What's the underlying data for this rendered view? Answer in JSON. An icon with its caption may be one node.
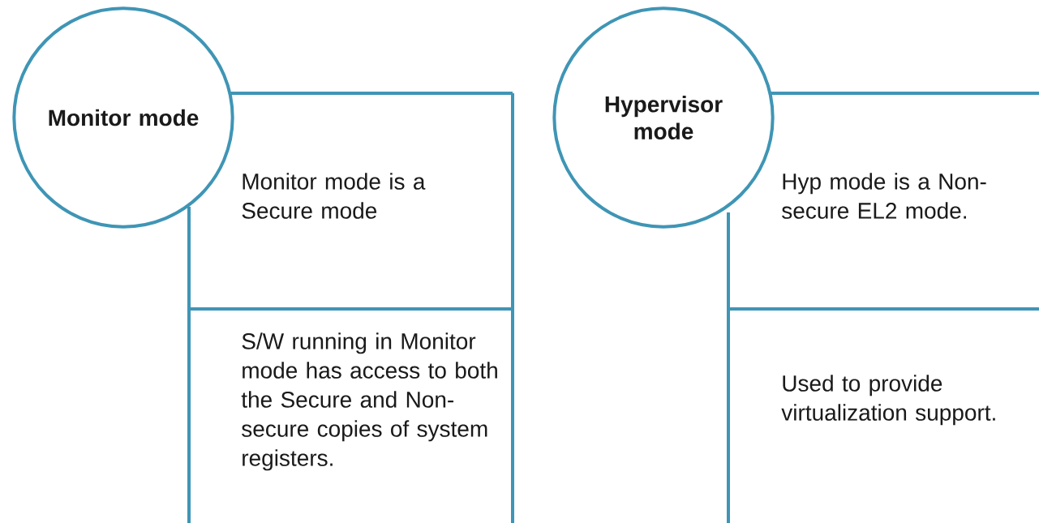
{
  "diagram": {
    "nodes": [
      {
        "text": [
          "Monitor mode"
        ]
      },
      {
        "text": [
          "Monitor mode is a Secure mode"
        ]
      },
      {
        "text": [
          "S/W running in Monitor mode has access to both the Secure and Non-secure copies of system registers."
        ]
      },
      {
        "text": [
          "Hypervisor mode"
        ]
      },
      {
        "text": [
          "Hyp mode is a Non-secure EL2 mode."
        ]
      },
      {
        "text": [
          "Used to provide virtualization support."
        ]
      }
    ]
  }
}
